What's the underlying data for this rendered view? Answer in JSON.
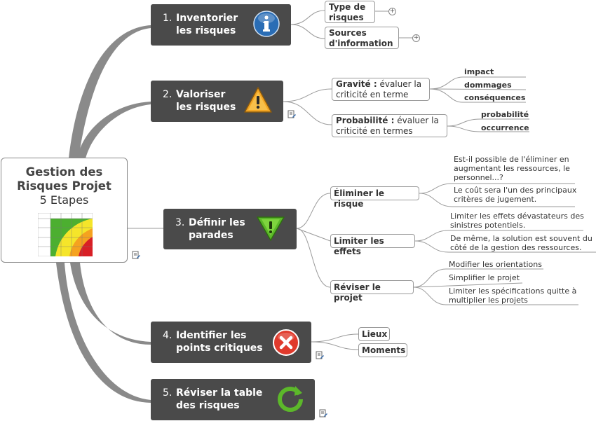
{
  "central": {
    "title": "Gestion des Risques Projet",
    "subtitle": "5 Etapes"
  },
  "steps": [
    {
      "num": "1.",
      "label": "Inventorier les risques",
      "icon": "info-icon"
    },
    {
      "num": "2.",
      "label": "Valoriser les risques",
      "icon": "warning-icon"
    },
    {
      "num": "3.",
      "label": "Définir les parades",
      "icon": "down-arrow-icon"
    },
    {
      "num": "4.",
      "label": "Identifier les points critiques",
      "icon": "error-cross-icon"
    },
    {
      "num": "5.",
      "label": "Réviser la table des risques",
      "icon": "refresh-icon"
    }
  ],
  "step1": {
    "type": "Type de risques",
    "sources": "Sources d'information"
  },
  "step2": {
    "gravite_bold": "Gravité :",
    "gravite_text": " évaluer la criticité en terme",
    "gravite_items": [
      "impact",
      "dommages",
      "conséquences"
    ],
    "proba_bold": "Probabilité :",
    "proba_text": " évaluer la criticité  en termes",
    "proba_items": [
      "probabilité",
      "occurrence"
    ]
  },
  "step3": {
    "eliminer": "Éliminer le risque",
    "eliminer_items": [
      "Est-il possible de l'éliminer en augmentant les ressources, le personnel...?",
      "Le coût sera l'un des principaux critères de jugement."
    ],
    "limiter": "Limiter les effets",
    "limiter_items": [
      "Limiter les effets dévastateurs des sinistres potentiels.",
      "De même, la solution est souvent du côté de la gestion des ressources."
    ],
    "reviser": "Réviser le projet",
    "reviser_items": [
      "Modifier les orientations",
      "Simplifier le projet",
      "Limiter les spécifications quitte à multiplier les projets"
    ]
  },
  "step4": {
    "items": [
      "Lieux",
      "Moments"
    ]
  },
  "colors": {
    "node_bg": "#4a4a4a",
    "branch": "#888888",
    "info_blue": "#2a6db5",
    "warning_orange": "#f4a623",
    "green": "#5cb82a",
    "red": "#e03a2c"
  }
}
